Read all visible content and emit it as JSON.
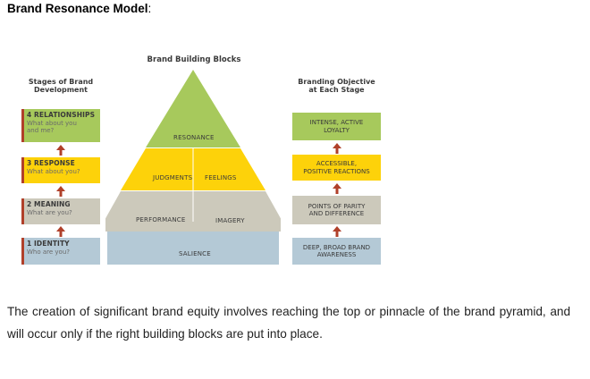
{
  "page": {
    "title": "Brand Resonance Model",
    "title_suffix": ":",
    "caption": "The creation of significant brand equity involves reaching the top or pinnacle of the brand pyramid, and will occur only if the right building blocks are put into place."
  },
  "diagram": {
    "left_heading_line1": "Stages of Brand",
    "left_heading_line2": "Development",
    "center_heading": "Brand Building Blocks",
    "right_heading_line1": "Branding Objective",
    "right_heading_line2": "at Each Stage",
    "stages": [
      {
        "name": "4 RELATIONSHIPS",
        "question_line1": "What about you",
        "question_line2": "and me?"
      },
      {
        "name": "3 RESPONSE",
        "question_line1": "What about you?",
        "question_line2": ""
      },
      {
        "name": "2 MEANING",
        "question_line1": "What are you?",
        "question_line2": ""
      },
      {
        "name": "1 IDENTITY",
        "question_line1": "Who are you?",
        "question_line2": ""
      }
    ],
    "pyramid": {
      "resonance": "RESONANCE",
      "judgments": "JUDGMENTS",
      "feelings": "FEELINGS",
      "performance": "PERFORMANCE",
      "imagery": "IMAGERY",
      "salience": "SALIENCE"
    },
    "objectives": [
      {
        "line1": "INTENSE, ACTIVE",
        "line2": "LOYALTY"
      },
      {
        "line1": "ACCESSIBLE,",
        "line2": "POSITIVE REACTIONS"
      },
      {
        "line1": "POINTS OF PARITY",
        "line2": "AND DIFFERENCE"
      },
      {
        "line1": "DEEP, BROAD BRAND",
        "line2": "AWARENESS"
      }
    ],
    "colors": {
      "green": "#a7c95c",
      "yellow": "#fdd20a",
      "gray": "#ccc9bb",
      "blue": "#b4c9d6",
      "arrow": "#b0402a"
    }
  }
}
